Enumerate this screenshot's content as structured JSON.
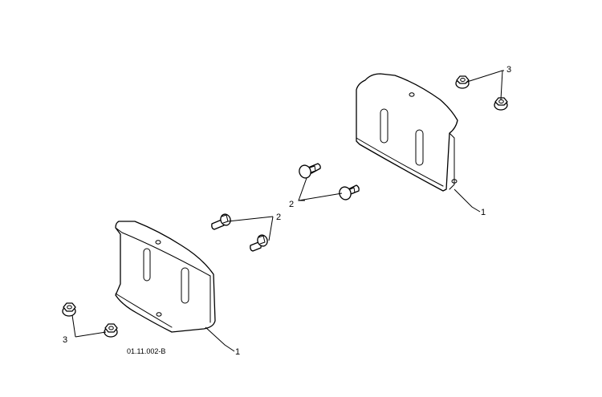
{
  "callouts": {
    "skid_shoe": "1",
    "carriage_bolt": "2",
    "flange_nut": "3"
  },
  "drawing_ref": "01.11.002-B",
  "colors": {
    "line": "#000000",
    "background": "#ffffff"
  }
}
